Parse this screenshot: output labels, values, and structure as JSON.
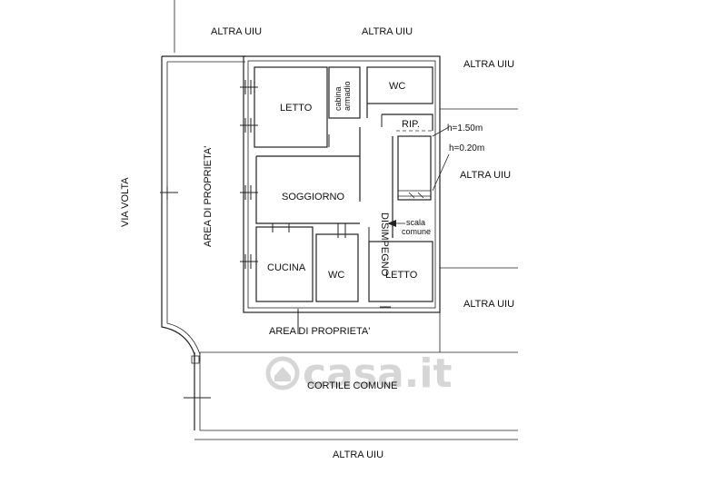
{
  "labels": {
    "altra_uiu_top_left": "ALTRA UIU",
    "altra_uiu_top_mid": "ALTRA UIU",
    "altra_uiu_top_right": "ALTRA UIU",
    "altra_uiu_right_upper": "ALTRA UIU",
    "altra_uiu_right_lower": "ALTRA UIU",
    "altra_uiu_bottom": "ALTRA UIU",
    "via_volta": "VIA VOLTA",
    "area_proprieta_left": "AREA DI PROPRIETA'",
    "area_proprieta_bottom": "AREA DI PROPRIETA'",
    "cortile_comune": "CORTILE COMUNE",
    "letto_top": "LETTO",
    "cabina_line1": "cabina",
    "cabina_line2": "armadio",
    "wc_top": "WC",
    "rip": "RIP.",
    "h150": "h=1.50m",
    "h020": "h=0.20m",
    "disimpegno": "DISIMPEGNO",
    "soggiorno": "SOGGIORNO",
    "scala_line1": "scala",
    "scala_line2": "comune",
    "cucina": "CUCINA",
    "wc_bottom": "WC",
    "letto_bottom": "LETTO"
  },
  "watermark": "casa.it",
  "colors": {
    "line": "#222222",
    "watermark": "#d6d6d6"
  }
}
